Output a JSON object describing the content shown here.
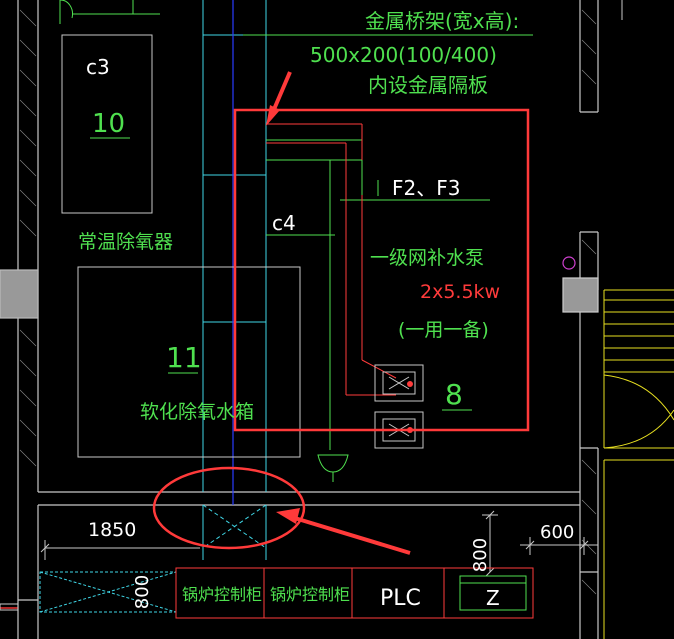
{
  "colors": {
    "background": "#000000",
    "wall": "#c8c8c8",
    "cyan": "#3fd6e6",
    "green": "#4fe04f",
    "white": "#ffffff",
    "red": "#ff3b3b",
    "blue": "#2a3cff",
    "magenta": "#d040d0",
    "yellow": "#e8e020",
    "annotation": "#ff3a3a"
  },
  "labels": {
    "tray_title": "金属桥架(宽x高):",
    "tray_size": "500x200(100/400)",
    "tray_note": "内设金属隔板",
    "c3": "c3",
    "c4": "c4",
    "equip_10": "10",
    "equip_11": "11",
    "equip_8": "8",
    "deaerator": "常温除氧器",
    "soft_water_tank": "软化除氧水箱",
    "pump_tags": "F2、F3",
    "pump_name": "一级网补水泵",
    "pump_power": "2x5.5kw",
    "pump_mode": "(一用一备)",
    "dim_1850": "1850",
    "dim_800": "800",
    "dim_600": "600",
    "cabinet_1": "锅炉控制柜",
    "cabinet_2": "锅炉控制柜",
    "plc": "PLC",
    "z": "Z"
  },
  "icons": {
    "tray_arrow": "arrow-annotation-icon",
    "pump": "pump-symbol-icon",
    "funnel": "drain-funnel-icon",
    "grille": "door-grille-icon"
  }
}
